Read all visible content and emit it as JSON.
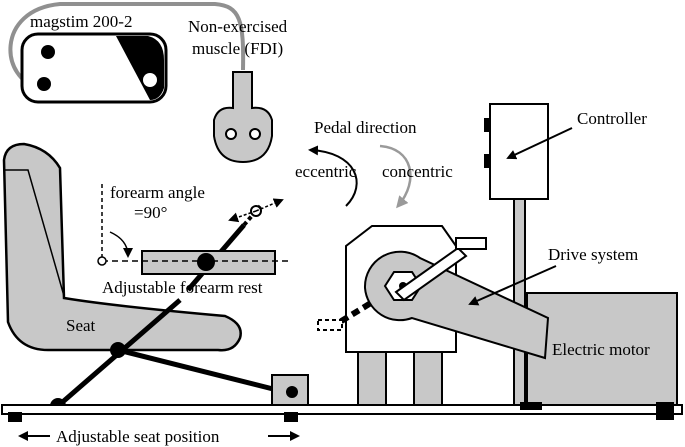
{
  "labels": {
    "stimulator": "magstim 200-2",
    "muscle_line1": "Non-exercised",
    "muscle_line2": "muscle (FDI)",
    "pedal_direction": "Pedal direction",
    "eccentric": "eccentric",
    "concentric": "concentric",
    "controller": "Controller",
    "forearm_angle": "forearm angle",
    "forearm_angle_value": "=90°",
    "drive_system": "Drive system",
    "forearm_rest": "Adjustable forearm rest",
    "seat": "Seat",
    "electric_motor": "Electric motor",
    "seat_position": "Adjustable seat position"
  },
  "colors": {
    "line": "#000000",
    "fill_gray": "#c8c8c8",
    "cable_gray": "#909090",
    "arrow_gray": "#9a9a9a"
  }
}
